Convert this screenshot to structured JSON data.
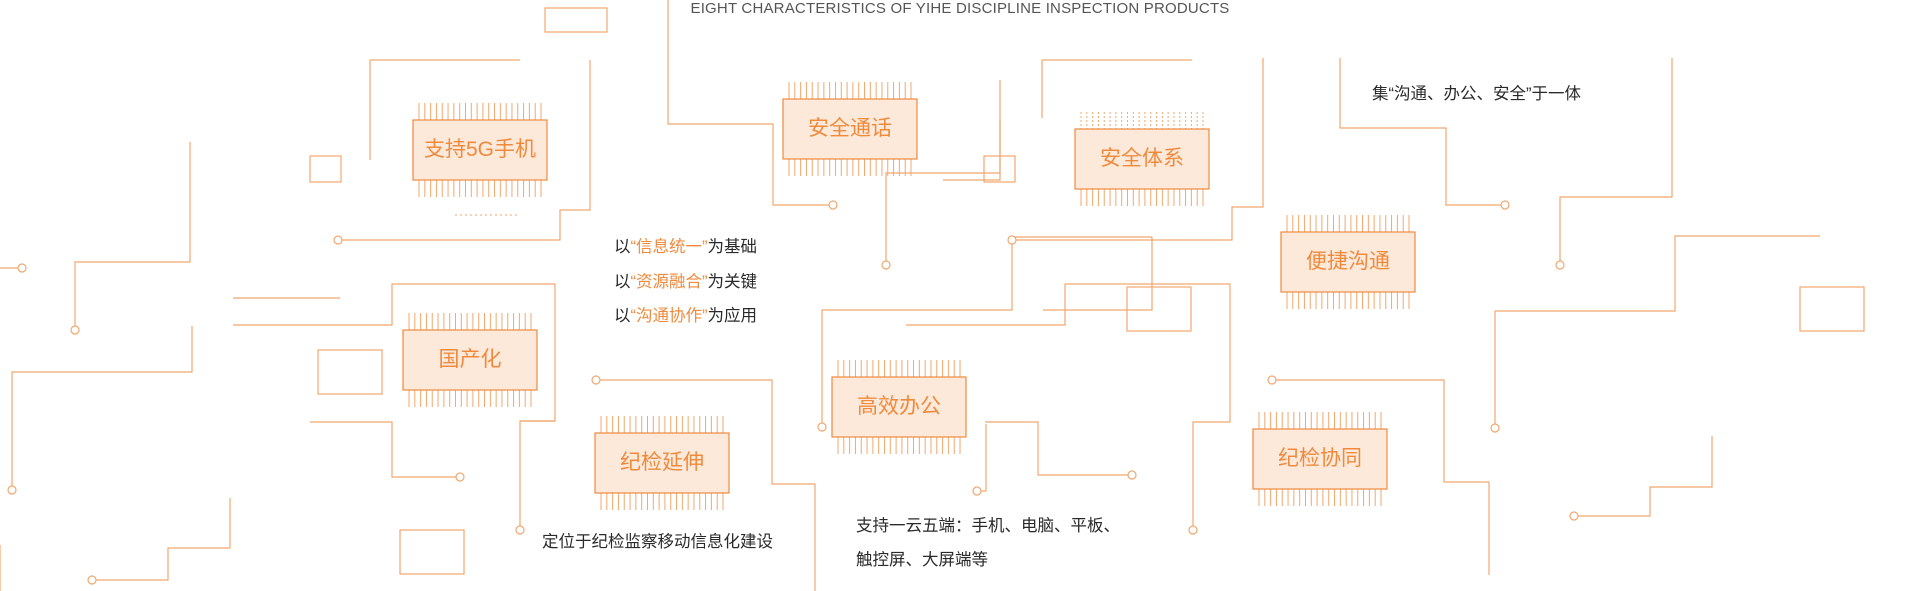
{
  "subtitle": "EIGHT CHARACTERISTICS OF YIHE DISCIPLINE INSPECTION PRODUCTS",
  "chips": [
    {
      "label": "支持5G手机"
    },
    {
      "label": "安全通话"
    },
    {
      "label": "安全体系"
    },
    {
      "label": "便捷沟通"
    },
    {
      "label": "国产化"
    },
    {
      "label": "纪检延伸"
    },
    {
      "label": "高效办公"
    },
    {
      "label": "纪检协同"
    }
  ],
  "notes": {
    "foundation": {
      "lines": [
        {
          "pre": "以",
          "highlight": "“信息统一”",
          "post": "为基础"
        },
        {
          "pre": "以",
          "highlight": "“资源融合”",
          "post": "为关键"
        },
        {
          "pre": "以",
          "highlight": "“沟通协作”",
          "post": "为应用"
        }
      ]
    },
    "integration": "集“沟通、办公、安全”于一体",
    "positioning": "定位于纪检监察移动信息化建设",
    "terminals": {
      "line1": "支持一云五端：手机、电脑、平板、",
      "line2": "触控屏、大屏端等"
    }
  },
  "colors": {
    "accent": "#ef8a3d",
    "line": "#f2a76e",
    "chip_fill": "#fde9da"
  }
}
